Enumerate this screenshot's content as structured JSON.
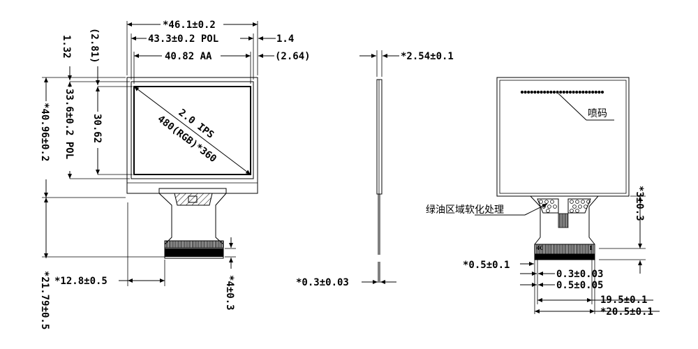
{
  "front_view": {
    "overall_width": "*46.1±0.2",
    "pol_width": "43.3±0.2 POL",
    "pol_offset_right": "1.4",
    "aa_width": "40.82 AA",
    "aa_offset_right": "(2.64)",
    "top_offset_paren": "(2.81)",
    "top_offset": "1.32",
    "pol_height": "33.6±0.2 POL",
    "aa_height": "30.62",
    "overall_height": "*40.96±0.2",
    "panel_label_line1": "2.0 IPS",
    "panel_label_line2": "480(RGB)*360",
    "fpc_width": "*12.8±0.5",
    "fpc_stiffener": "*4±0.3",
    "total_length": "*21.79±0.5"
  },
  "side_view": {
    "thickness": "*2.54±0.1",
    "fpc_thickness": "*0.3±0.03"
  },
  "back_view": {
    "print_label": "喷码",
    "green_oil_label": "绿油区域软化处理",
    "pin_left": "40",
    "pin_right": "1",
    "fpc_bend": "*3±0.3",
    "pitch_tol": "*0.5±0.1",
    "pin_width": "0.3±0.03",
    "pin_pitch": "0.5±0.05",
    "pins_span": "19.5±0.1",
    "fpc_total": "*20.5±0.1"
  }
}
